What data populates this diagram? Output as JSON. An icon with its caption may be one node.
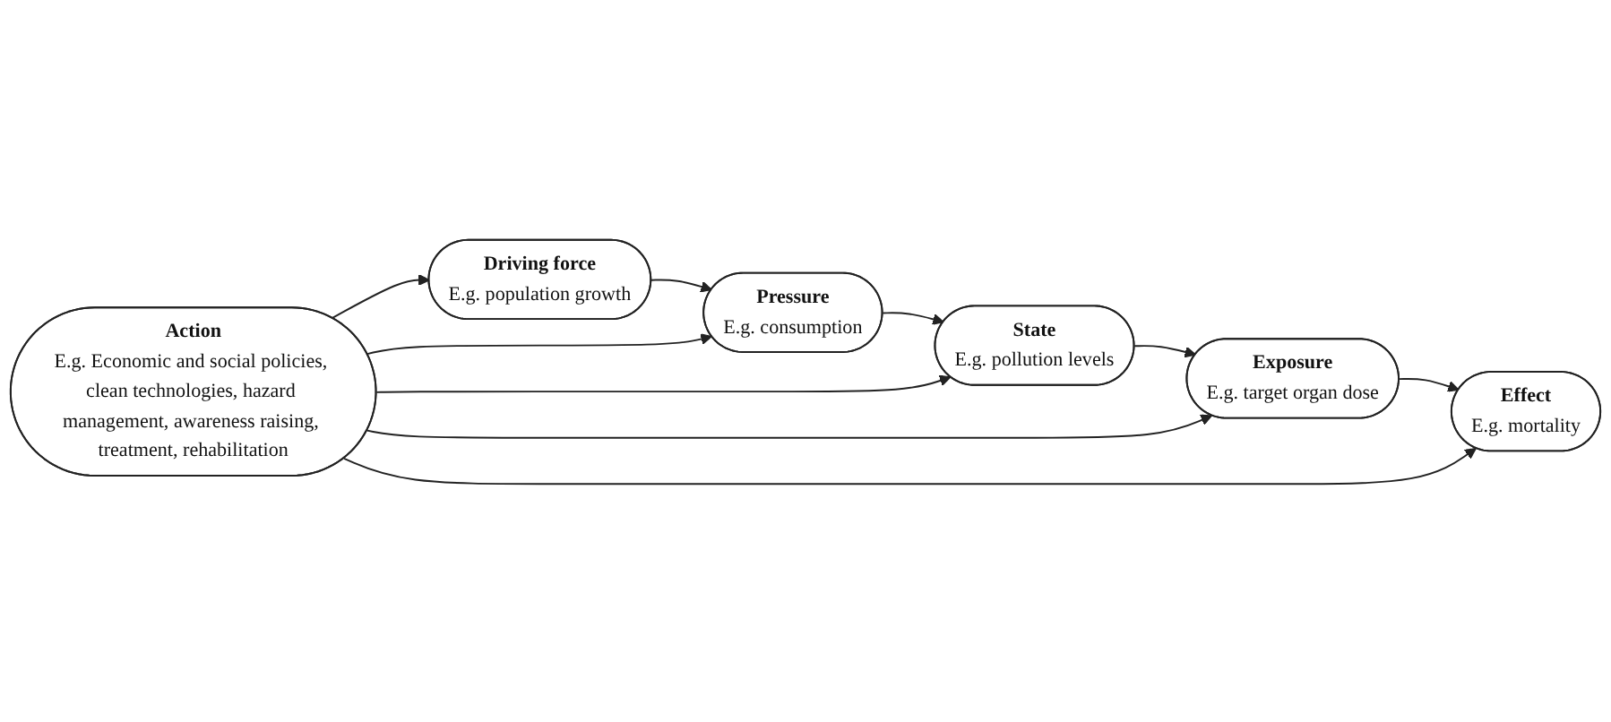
{
  "diagram": {
    "nodes": [
      {
        "text": [
          "Driving force",
          "E.g. population growth"
        ]
      },
      {
        "text": [
          "Pressure",
          "E.g. consumption"
        ]
      },
      {
        "text": [
          "State",
          "E.g. pollution levels"
        ]
      },
      {
        "text": [
          "Exposure",
          "E.g. target organ dose"
        ]
      },
      {
        "text": [
          "Effect",
          "E.g. mortality"
        ]
      },
      {
        "text": [
          "Action",
          "E.g. Economic and social policies, clean technologies, hazard management, awareness raising, treatment, rehabilitation"
        ]
      }
    ],
    "edges": [
      {
        "from": 0,
        "to": 1,
        "arrow": "to"
      },
      {
        "from": 1,
        "to": 2,
        "arrow": "to"
      },
      {
        "from": 2,
        "to": 3,
        "arrow": "to"
      },
      {
        "from": 3,
        "to": 4,
        "arrow": "to"
      },
      {
        "from": 5,
        "to": 0,
        "arrow": "to"
      },
      {
        "from": 5,
        "to": 1,
        "arrow": "to"
      },
      {
        "from": 5,
        "to": 2,
        "arrow": "to"
      },
      {
        "from": 5,
        "to": 3,
        "arrow": "to"
      },
      {
        "from": 5,
        "to": 4,
        "arrow": "to"
      }
    ]
  }
}
